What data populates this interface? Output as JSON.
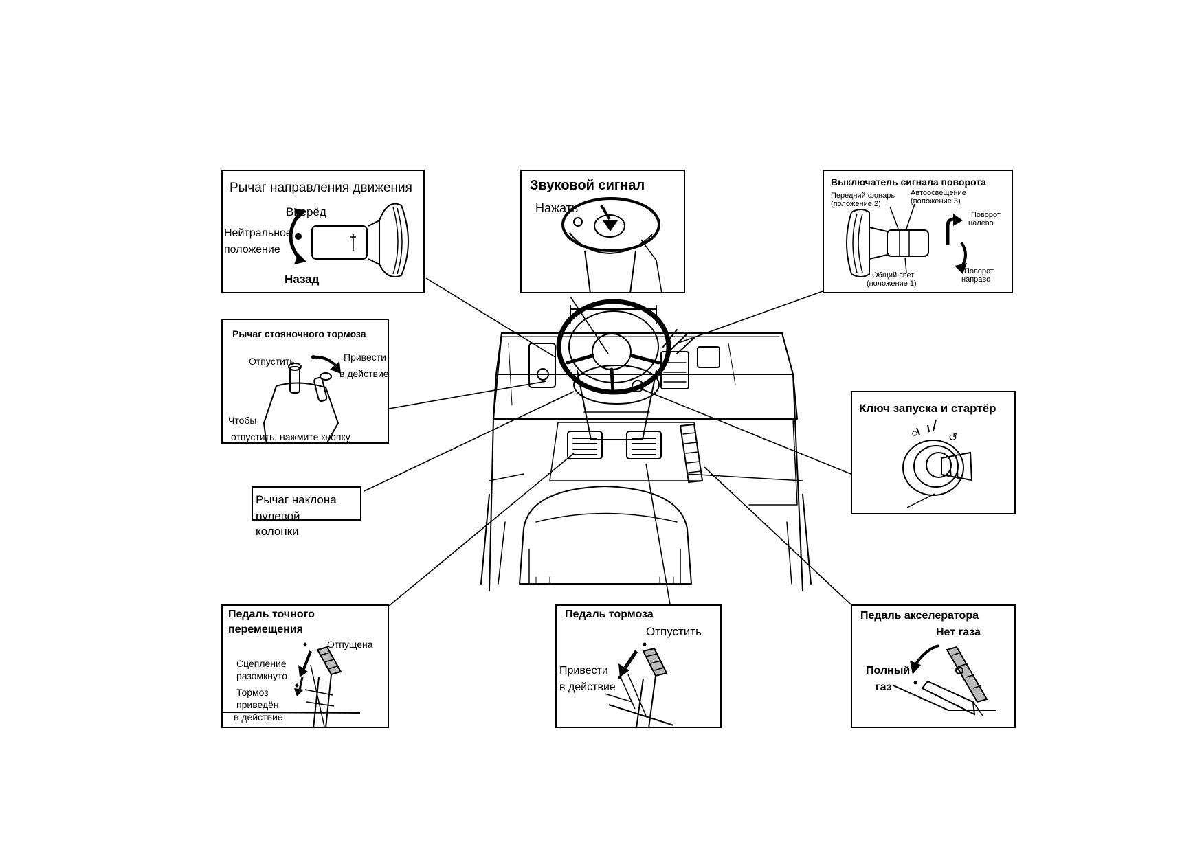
{
  "direction_lever": {
    "title": "Рычаг направления движения",
    "forward": "Вперёд",
    "neutral": "Нейтральное положение",
    "neutral_line1": "Нейтральное",
    "neutral_line2": "положение",
    "reverse": "Назад"
  },
  "horn": {
    "title": "Звуковой сигнал",
    "action": "Нажать"
  },
  "turn_signal": {
    "title": "Выключатель сигнала поворота",
    "head_lamp_line1": "Передний фонарь",
    "head_lamp_line2": "(положение 2)",
    "auto_light_line1": "Автоосвещение",
    "auto_light_line2": "(положение 3)",
    "turn_left_line1": "Поворот",
    "turn_left_line2": "налево",
    "general_light_line1": "Общий свет",
    "general_light_line2": "(положение 1)",
    "turn_right_line1": "Поворот",
    "turn_right_line2": "направо"
  },
  "parking_brake": {
    "title": "Рычаг стояночного тормоза",
    "release": "Отпустить",
    "apply_line1": "Привести",
    "apply_line2": "в действие",
    "hint_line1": "Чтобы",
    "hint_line2": "отпустить, нажмите кнопку"
  },
  "ignition": {
    "title": "Ключ запуска и стартёр"
  },
  "tilt_lever": {
    "line1": "Рычаг наклона",
    "line2": "рулевой",
    "line3": "колонки"
  },
  "inching_pedal": {
    "title_line1": "Педаль точного",
    "title_line2": "перемещения",
    "released": "Отпущена",
    "clutch_line1": "Сцепление",
    "clutch_line2": "разомкнуто",
    "brake_line1": "Тормоз",
    "brake_line2": "приведён",
    "brake_line3": "в действие"
  },
  "brake_pedal": {
    "title": "Педаль тормоза",
    "release": "Отпустить",
    "apply_line1": "Привести",
    "apply_line2": "в действие"
  },
  "accelerator": {
    "title": "Педаль акселератора",
    "no_gas": "Нет газа",
    "full_line1": "Полный",
    "full_line2": "газ"
  }
}
